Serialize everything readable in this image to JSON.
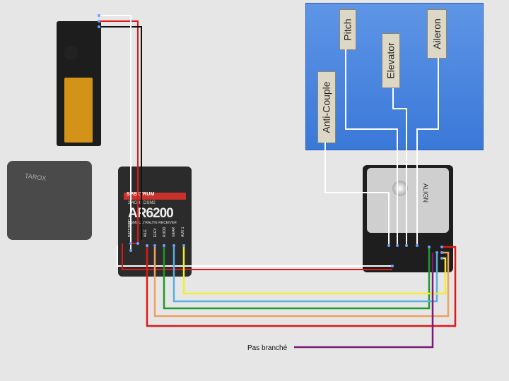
{
  "servo_labels": {
    "anti_couple": "Anti-Couple",
    "pitch": "Pitch",
    "elevator": "Elevator",
    "aileron": "Aileron"
  },
  "caption": "Pas branché",
  "receiver": {
    "brand": "SPEKTRUM",
    "subtitle": "2.4GHz DSM2",
    "model": "AR6200",
    "description": "DSM2 ULTRALITE RECEIVER",
    "ports": [
      "BATT/BIND",
      "AILE",
      "ELEV",
      "RUDD",
      "GEAR",
      "AUX 1"
    ]
  },
  "servo_photo_brand": "TAROX",
  "fbl_brand": "ALIGN",
  "colors": {
    "panel": "#4a85e0",
    "wire_red": "#e01818",
    "wire_orange": "#f0a060",
    "wire_green": "#1e9a2a",
    "wire_blue": "#5aaee0",
    "wire_yellow": "#f2ef2a",
    "wire_purple": "#7a1a78",
    "wire_white": "#ffffff",
    "wire_black": "#111111"
  }
}
